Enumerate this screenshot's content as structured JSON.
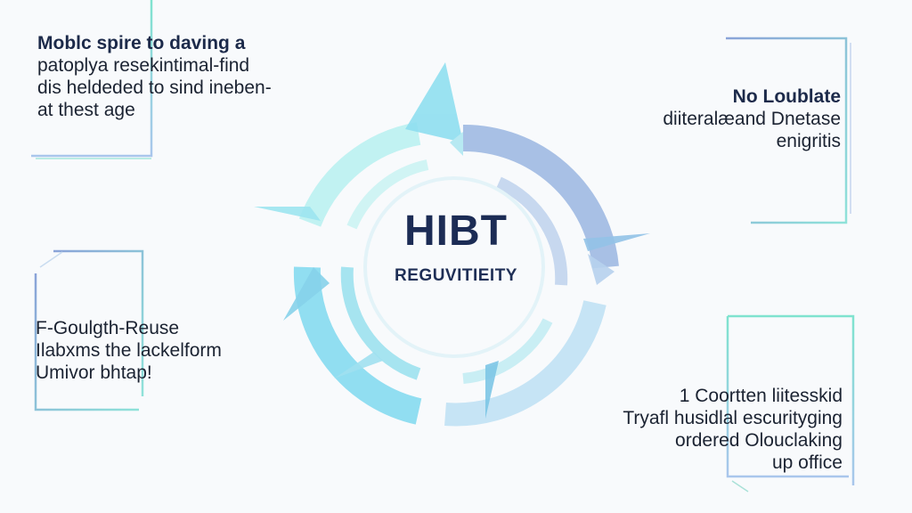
{
  "center": {
    "title": "HIBT",
    "subtitle": "REGUVITIEITY"
  },
  "panels": {
    "top_left": {
      "lines": [
        "Moblc spire to daving a",
        "patoplya resekintimal-find",
        "dis heldeded to sind ineben-",
        "at thest age"
      ]
    },
    "top_right": {
      "heading": "No Loublate",
      "lines": [
        "diiteralæand Dnetase",
        "enigritis"
      ]
    },
    "bottom_left": {
      "lines": [
        "F-Goulgth-Reuse",
        "Ilabxms the lackelform",
        "Umivor bhtap!"
      ]
    },
    "bottom_right": {
      "heading": "1 Coortten liitesskid",
      "lines": [
        "Tryafl husidlal escurityging",
        "ordered Olouclaking",
        "up office"
      ]
    }
  },
  "colors": {
    "ring_light": "#aef0f2",
    "ring_mid": "#7cc7ee",
    "ring_blue": "#8eb3e0",
    "frame_teal": "#8fe0d6",
    "frame_blue": "#9fb4dc",
    "text_dark": "#1c2a4a"
  }
}
